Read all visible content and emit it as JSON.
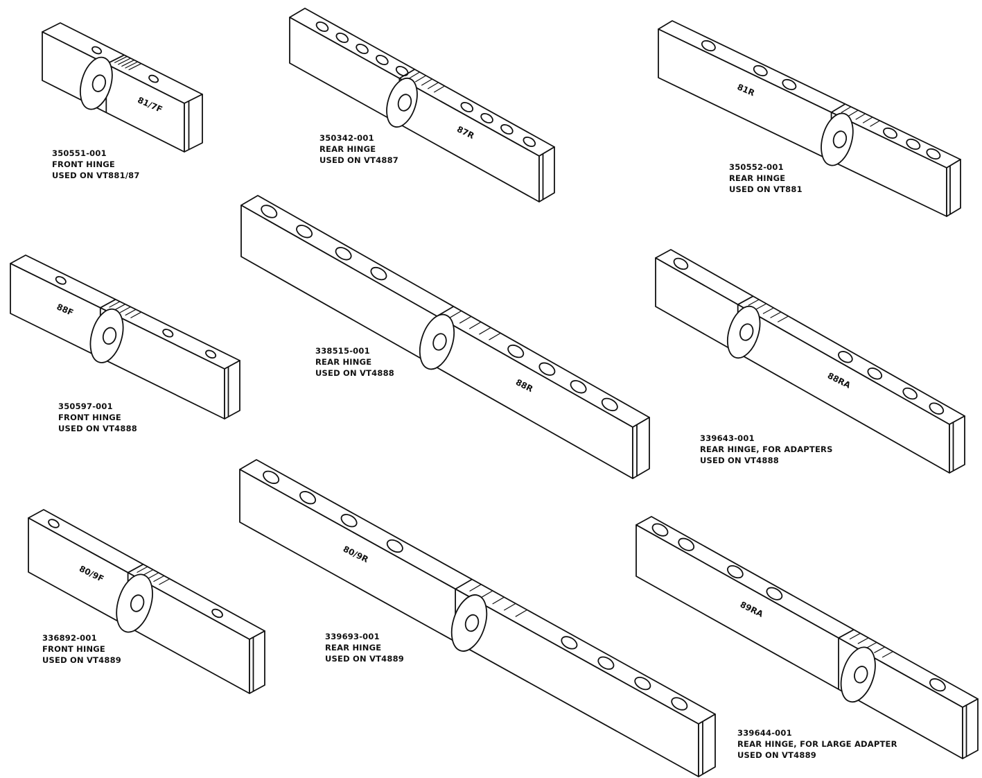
{
  "colors": {
    "stroke": "#111111",
    "face": "#ffffff",
    "background": "#ffffff"
  },
  "parts": [
    {
      "part_number": "350551-001",
      "description": "FRONT HINGE",
      "usage": "USED ON VT881/87",
      "stamp": "81/7F"
    },
    {
      "part_number": "350342-001",
      "description": "REAR HINGE",
      "usage": "USED ON VT4887",
      "stamp": "87R"
    },
    {
      "part_number": "350552-001",
      "description": "REAR HINGE",
      "usage": "USED ON VT881",
      "stamp": "81R"
    },
    {
      "part_number": "350597-001",
      "description": "FRONT HINGE",
      "usage": "USED ON VT4888",
      "stamp": "88F"
    },
    {
      "part_number": "338515-001",
      "description": "REAR HINGE",
      "usage": "USED ON VT4888",
      "stamp": "88R"
    },
    {
      "part_number": "339643-001",
      "description": "REAR HINGE, FOR  ADAPTERS",
      "usage": "USED ON VT4888",
      "stamp": "88RA"
    },
    {
      "part_number": "336892-001",
      "description": "FRONT HINGE",
      "usage": "USED ON VT4889",
      "stamp": "80/9F"
    },
    {
      "part_number": "339693-001",
      "description": "REAR HINGE",
      "usage": "USED ON VT4889",
      "stamp": "80/9R"
    },
    {
      "part_number": "339644-001",
      "description": "REAR HINGE, FOR LARGE ADAPTER",
      "usage": "USED ON VT4889",
      "stamp": "89RA"
    }
  ]
}
